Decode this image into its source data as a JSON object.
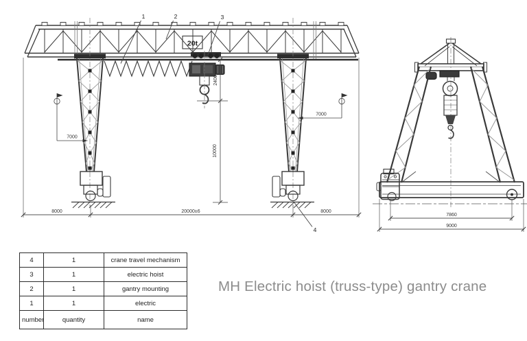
{
  "colors": {
    "line": "#3a3a3a",
    "lattice": "#999999",
    "title_text": "#8c8c8c",
    "background": "#ffffff"
  },
  "title": {
    "text": "MH Electric hoist (truss-type) gantry crane"
  },
  "front_view": {
    "capacity_label": "20t",
    "callouts": {
      "cable": "1",
      "girder": "2",
      "hoist": "3",
      "travel_mechanism": "4"
    },
    "dimensions": {
      "left_hook_approach": "7000",
      "right_hook_approach": "7000",
      "hoist_headroom": "2400",
      "lifting_height": "10000",
      "left_cantilever": "8000",
      "span": "20000±6",
      "right_cantilever": "8000"
    }
  },
  "side_view": {
    "dimensions": {
      "wheel_base": "7860",
      "overall_width": "9000"
    }
  },
  "parts_table": {
    "header": {
      "number": "number",
      "quantity": "quantity",
      "name": "name"
    },
    "rows": [
      {
        "number": "4",
        "quantity": "1",
        "name": "crane travel mechanism"
      },
      {
        "number": "3",
        "quantity": "1",
        "name": "electric hoist"
      },
      {
        "number": "2",
        "quantity": "1",
        "name": "gantry mounting"
      },
      {
        "number": "1",
        "quantity": "1",
        "name": "electric"
      }
    ]
  }
}
